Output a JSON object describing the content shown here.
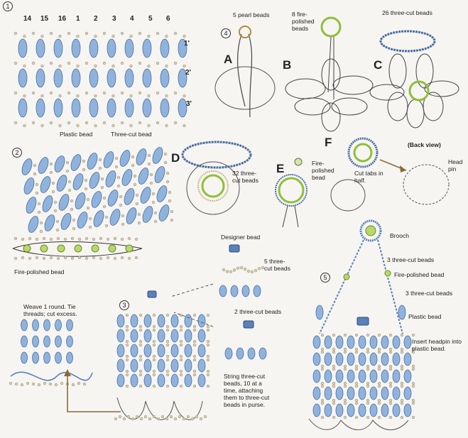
{
  "steps": {
    "s1": "1",
    "s2": "2",
    "s3": "3",
    "s4": "4",
    "s5": "5"
  },
  "panel1": {
    "column_numbers": [
      "14",
      "15",
      "16",
      "1",
      "2",
      "3",
      "4",
      "5",
      "6"
    ],
    "row_labels": [
      "1'",
      "2'",
      "3'"
    ],
    "plastic_bead_label": "Plastic bead",
    "three_cut_label": "Three-cut bead"
  },
  "panel2": {
    "fire_polished_label": "Fire-polished bead"
  },
  "panel3": {
    "weave_note": "Weave 1 round. Tie threads; cut excess.",
    "string_note": "String three-cut beads, 10 at a time, attaching them to three-cut beads in purse.",
    "designer_bead": "Designer bead",
    "five_three_cut": "5 three-cut beads",
    "two_three_cut": "2 three-cut beads"
  },
  "panel4": {
    "letters": {
      "A": "A",
      "B": "B",
      "C": "C",
      "D": "D",
      "E": "E",
      "F": "F"
    },
    "pearl_label": "5 pearl beads",
    "fire_polished_8": "8 fire-polished beads",
    "three_cut_26": "26 three-cut beads",
    "three_cut_32": "32 three-cut beads",
    "fire_polished_bead": "Fire-polished bead",
    "cut_tabs": "Cut tabs in half.",
    "back_view": "(Back view)",
    "head_pin": "Head pin"
  },
  "panel5": {
    "brooch": "Brooch",
    "three_cut_3a": "3 three-cut beads",
    "fire_polished": "Fire-polished bead",
    "three_cut_3b": "3 three-cut beads",
    "plastic_bead": "Plastic bead",
    "insert_headpin": "Insert headpin into plastic bead."
  },
  "colors": {
    "bead_blue": "#8fb3dc",
    "bead_edge": "#4a6fa0",
    "seed": "#a89a7a",
    "green": "#b9d86a",
    "arrow": "#8a6a3a",
    "accent": "#5a82b8"
  }
}
